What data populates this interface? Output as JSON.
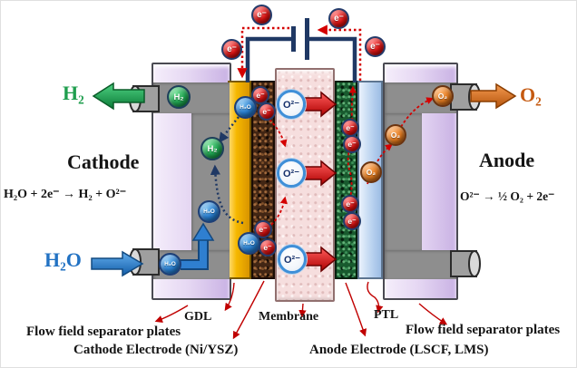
{
  "diagram": {
    "left_gas_label": "H₂",
    "left_water_label": "H₂O",
    "right_gas_label": "O₂",
    "cathode_title": "Cathode",
    "cathode_equation": "H₂O + 2e⁻ → H₂ + O²⁻",
    "anode_title": "Anode",
    "anode_equation": "O²⁻ → ½ O₂ + 2e⁻"
  },
  "layer_labels": {
    "gdl": "GDL",
    "membrane": "Membrane",
    "ptl": "PTL",
    "flow_plates_left": "Flow field separator plates",
    "flow_plates_right": "Flow field separator plates",
    "cathode_electrode": "Cathode Electrode (Ni/YSZ)",
    "anode_electrode": "Anode Electrode (LSCF, LMS)"
  },
  "particles": {
    "electron": "e⁻",
    "water": "H₂O",
    "hydrogen": "H₂",
    "oxygen": "O₂",
    "oxide_ion": "O²⁻"
  },
  "colors": {
    "hydrogen_green": "#1f9e4e",
    "oxygen_orange": "#c55a11",
    "water_blue": "#2272c3",
    "electron_red": "#d40000",
    "circuit_navy": "#1f3864",
    "membrane_pink": "#f6dede",
    "gdl_gold": "#f6b800",
    "ptl_blue": "#bcd4f0",
    "plate_lavender": "#e6d8f3",
    "channel_gray": "#8e8e8e"
  }
}
